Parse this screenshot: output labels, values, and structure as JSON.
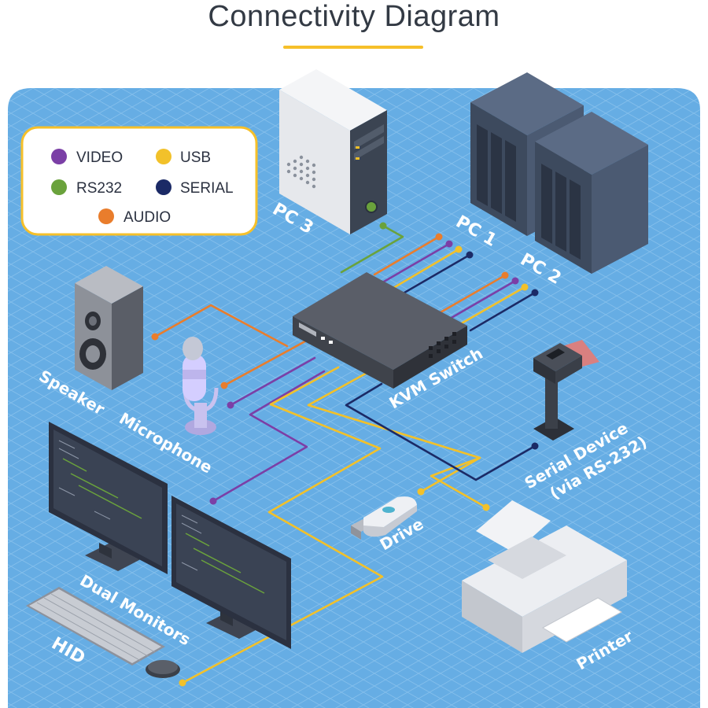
{
  "title": "Connectivity Diagram",
  "colors": {
    "video": "#7b3fa6",
    "usb": "#f2c12a",
    "rs232": "#6aa23c",
    "serial": "#1b2a66",
    "audio": "#e97d2c",
    "panel": "#66ade4",
    "yellow_accent": "#f6c02a"
  },
  "legend": {
    "video": "VIDEO",
    "usb": "USB",
    "rs232": "RS232",
    "serial": "SERIAL",
    "audio": "AUDIO"
  },
  "labels": {
    "pc3": "PC 3",
    "pc1": "PC 1",
    "pc2": "PC 2",
    "speaker": "Speaker",
    "microphone": "Microphone",
    "kvm": "KVM Switch",
    "serial_line1": "Serial Device",
    "serial_line2": "(via RS-232)",
    "drive": "Drive",
    "dual_monitors": "Dual Monitors",
    "hid": "HID",
    "printer": "Printer"
  },
  "devices": {
    "pc3": "tower-pc-icon",
    "pc1": "server-icon",
    "pc2": "server-icon",
    "speaker": "speaker-icon",
    "microphone": "microphone-icon",
    "kvm": "kvm-switch-icon",
    "serial_device": "barcode-scanner-icon",
    "drive": "usb-drive-icon",
    "monitors": "monitor-icon",
    "keyboard": "keyboard-icon",
    "mouse": "mouse-icon",
    "printer": "printer-icon"
  }
}
